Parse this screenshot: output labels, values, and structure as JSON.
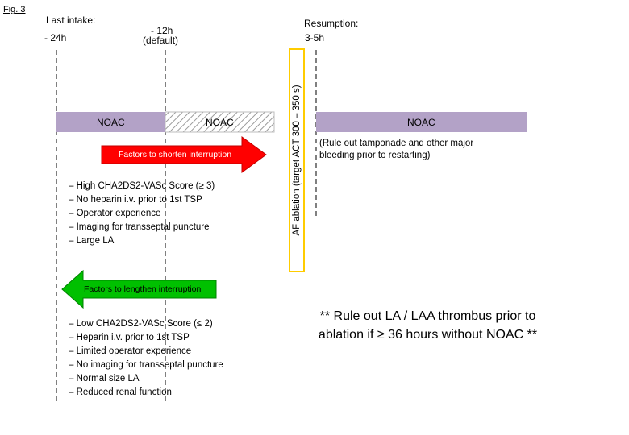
{
  "figure_label": "Fig. 3",
  "last_intake_title": "Last intake:",
  "last_intake_24h": "- 24h",
  "last_intake_12h_line1": "- 12h",
  "last_intake_12h_line2": "(default)",
  "resumption_title": "Resumption:",
  "resumption_value": "3-5h",
  "ablation_label": "AF ablation (target ACT 300 – 350 s)",
  "noac_bar_left": "NOAC",
  "noac_bar_middle": "NOAC",
  "noac_bar_right": "NOAC",
  "right_note": "(Rule out tamponade and other major bleeding prior to restarting)",
  "shorten_arrow_label": "Factors to shorten interruption",
  "lengthen_arrow_label": "Factors to lengthen interruption",
  "shorten_factors": [
    "High CHA2DS2-VASc Score (≥ 3)",
    "No heparin i.v. prior to 1st TSP",
    "Operator experience",
    "Imaging for transseptal puncture",
    "Large LA"
  ],
  "lengthen_factors": [
    "Low CHA2DS2-VASc Score (≤ 2)",
    "Heparin i.v. prior to 1st TSP",
    "Limited operator experience",
    "No imaging for transseptal puncture",
    "Normal size LA",
    "Reduced renal function"
  ],
  "thrombus_note": "** Rule out LA / LAA thrombus prior to ablation if ≥ 36 hours without NOAC **",
  "colors": {
    "noac_bar": "#b3a2c7",
    "shorten_arrow": "#ff0000",
    "lengthen_arrow": "#00c000",
    "ablation_box_border": "#ffcc00"
  }
}
